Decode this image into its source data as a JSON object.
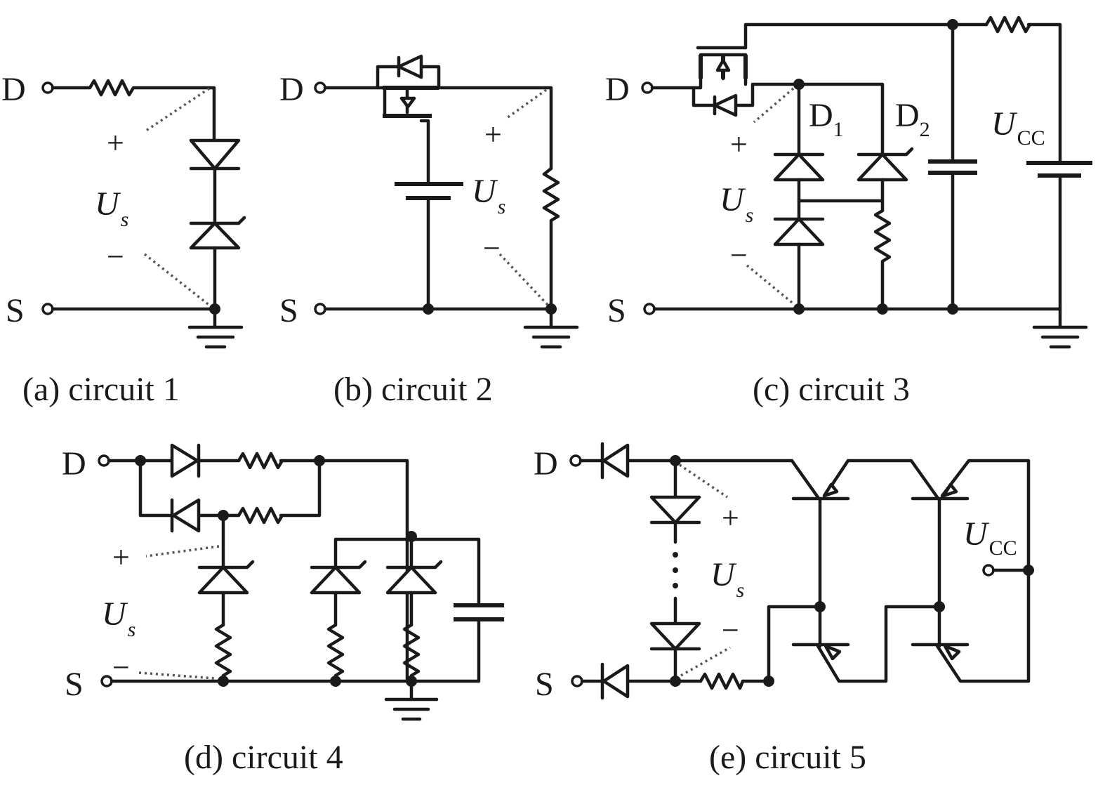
{
  "terminals": {
    "drain": "D",
    "source": "S"
  },
  "polarity": {
    "plus": "+",
    "minus": "−"
  },
  "voltage": {
    "symbol": "U",
    "subscript": "s"
  },
  "supply": {
    "symbol": "U",
    "subscript": "CC"
  },
  "diodes": {
    "d1": "D",
    "d1_sub": "1",
    "d2": "D",
    "d2_sub": "2"
  },
  "captions": {
    "a": "(a) circuit 1",
    "b": "(b) circuit 2",
    "c": "(c) circuit 3",
    "d": "(d) circuit 4",
    "e": "(e) circuit 5"
  }
}
